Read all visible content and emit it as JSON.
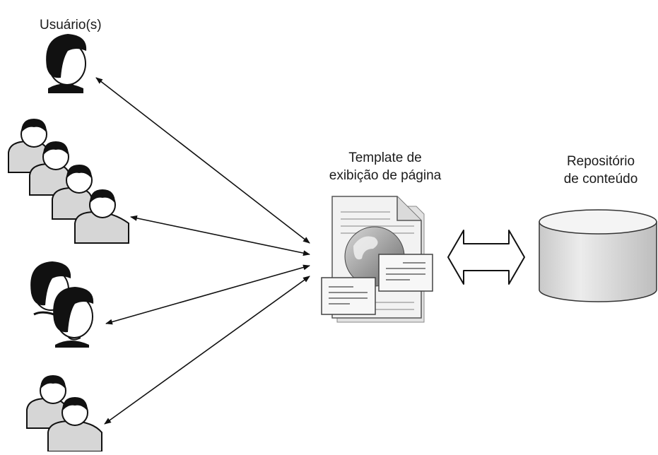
{
  "labels": {
    "users": "Usuário(s)",
    "template_line1": "Template de",
    "template_line2": "exibição de página",
    "repository_line1": "Repositório",
    "repository_line2": "de conteúdo"
  },
  "icons": {
    "users": "person-icon",
    "template": "web-page-template-icon",
    "globe": "globe-icon",
    "repository": "database-cylinder-icon",
    "exchange": "double-headed-arrow-icon"
  },
  "colors": {
    "ink": "#111111",
    "shirt": "#d6d6d6",
    "skin": "#ffffff",
    "cylinder_top": "#f4f4f4",
    "cylinder_side": "#cfcfcf",
    "page": "#f2f2f2"
  }
}
